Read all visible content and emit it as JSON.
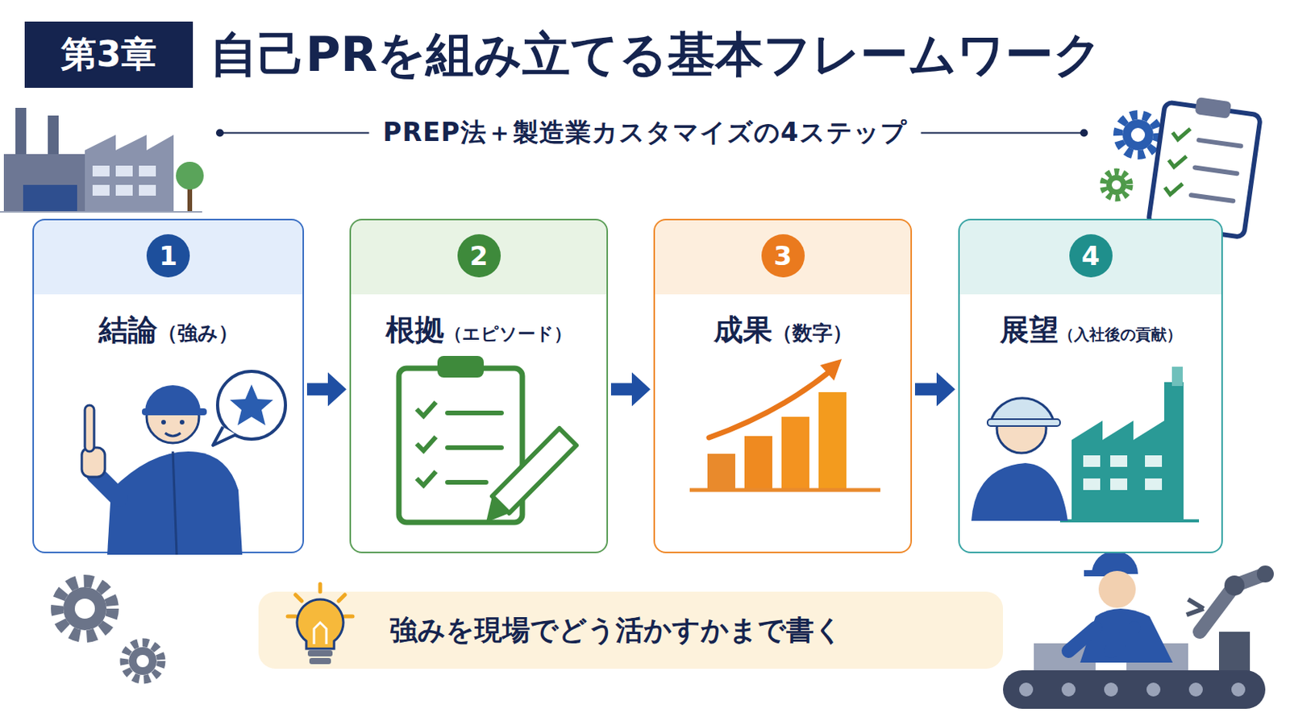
{
  "diagram": {
    "title": "自己PRを組み立てる基本フレームワーク",
    "nodes": [
      {
        "text": [
          "第3章"
        ]
      },
      {
        "text": [
          "結論",
          "（強み）"
        ]
      },
      {
        "text": [
          "1"
        ],
        "in": 1
      },
      {
        "text": [
          "根拠",
          "（エピソード）"
        ]
      },
      {
        "text": [
          "2"
        ],
        "in": 3
      },
      {
        "text": [
          "成果",
          "（数字）"
        ]
      },
      {
        "text": [
          "3"
        ],
        "in": 5
      },
      {
        "text": [
          "展望",
          "（入社後の貢献）"
        ]
      },
      {
        "text": [
          "4"
        ],
        "in": 7
      },
      {
        "text": [
          "強みを現場でどう活かすかまで書く"
        ]
      }
    ],
    "edges": [
      {
        "from": 1,
        "to": 3,
        "arrow": "to"
      },
      {
        "from": 3,
        "to": 5,
        "arrow": "to"
      },
      {
        "from": 5,
        "to": 7,
        "arrow": "to"
      }
    ],
    "labels": [
      "PREP法＋製造業カスタマイズの4ステップ"
    ]
  }
}
